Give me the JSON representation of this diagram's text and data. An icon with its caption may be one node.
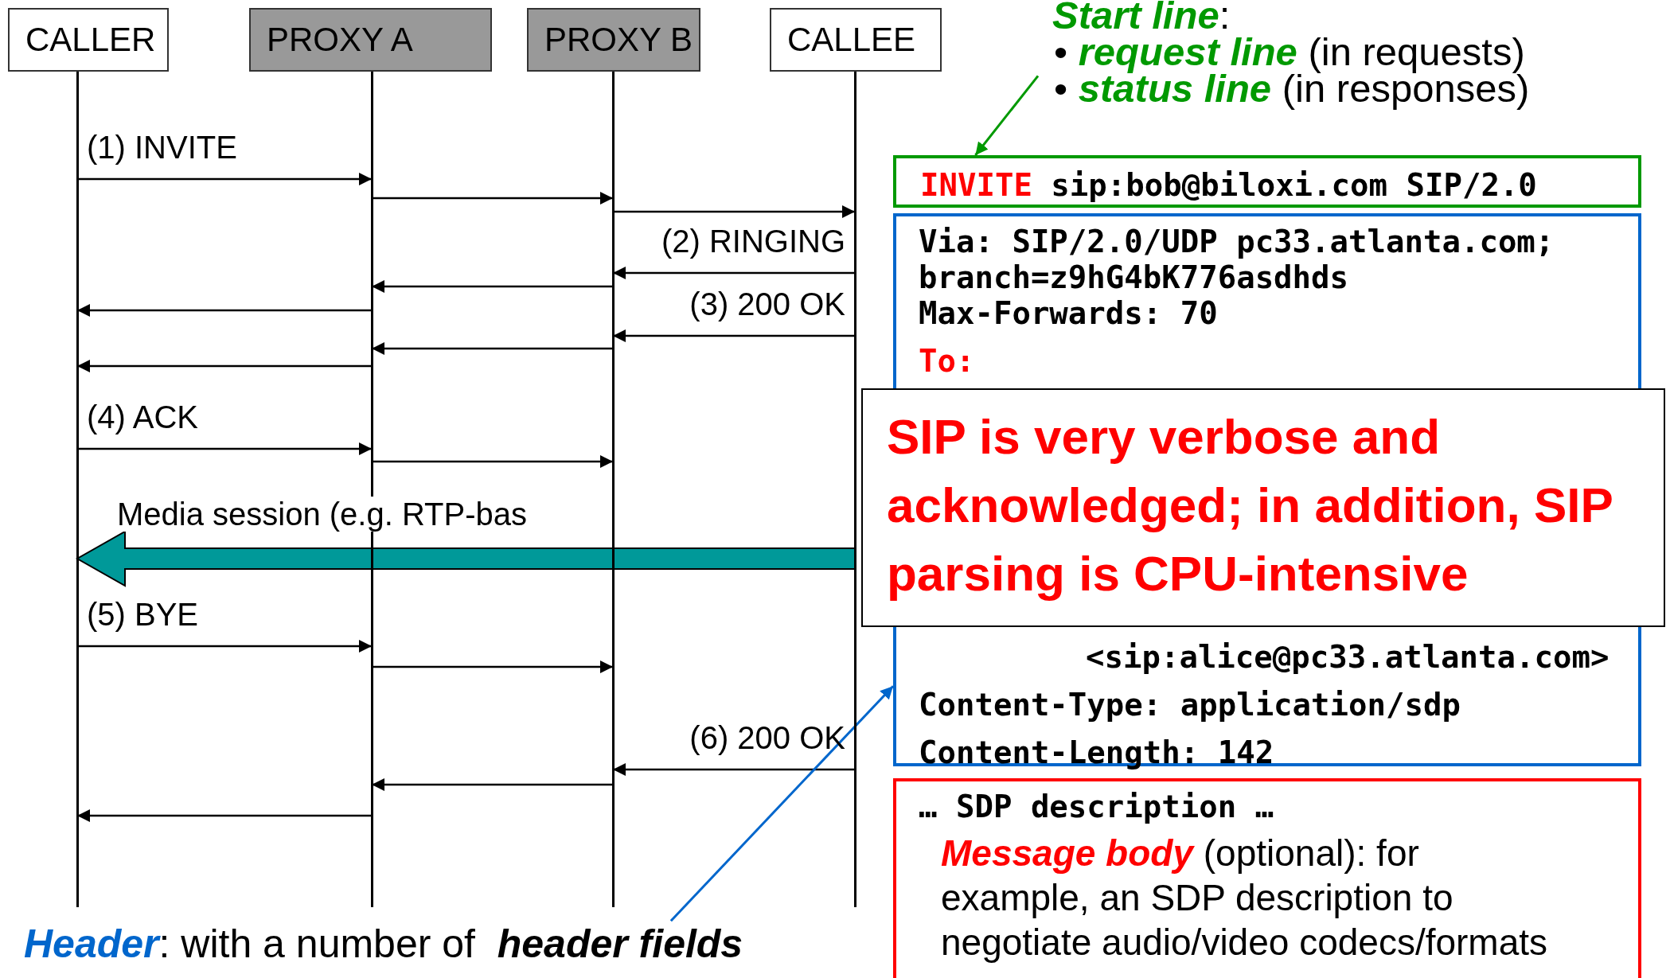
{
  "diagram": {
    "nodes": [
      {
        "text": [
          "CALLER"
        ]
      },
      {
        "text": [
          "PROXY A"
        ]
      },
      {
        "text": [
          "PROXY B"
        ]
      },
      {
        "text": [
          "CALLEE"
        ]
      },
      {
        "text": [
          "**Start line**:",
          "• **request line** (in requests)",
          "• **status line** (in responses)"
        ]
      },
      {
        "text": [
          "INVITE sip:bob@biloxi.com SIP/2.0"
        ]
      },
      {
        "text": [
          "Via: SIP/2.0/UDP pc33.atlanta.com; branch=z9hG4bK776asdhds",
          "Max-Forwards: 70",
          "To:",
          "<sip:alice@pc33.atlanta.com>",
          "Content-Type: application/sdp",
          "Content-Length: 142"
        ]
      },
      {
        "text": [
          "… SDP description …",
          "**Message body** (optional): for example, an SDP description to negotiate audio/video codecs/formats"
        ]
      },
      {
        "text": [
          "**Header**: with a number of  **header fields**"
        ]
      },
      {
        "text": [
          "SIP is very verbose and acknowledged; in addition, SIP parsing is CPU-intensive"
        ]
      }
    ],
    "edges": [
      {
        "from": 0,
        "to": 1,
        "arrow": "to",
        "label": "(1) INVITE"
      },
      {
        "from": 1,
        "to": 2,
        "arrow": "to"
      },
      {
        "from": 2,
        "to": 3,
        "arrow": "to"
      },
      {
        "from": 3,
        "to": 2,
        "arrow": "to",
        "label": "(2) RINGING"
      },
      {
        "from": 2,
        "to": 1,
        "arrow": "to"
      },
      {
        "from": 1,
        "to": 0,
        "arrow": "to"
      },
      {
        "from": 3,
        "to": 2,
        "arrow": "to",
        "label": "(3) 200 OK"
      },
      {
        "from": 2,
        "to": 1,
        "arrow": "to"
      },
      {
        "from": 1,
        "to": 0,
        "arrow": "to"
      },
      {
        "from": 0,
        "to": 1,
        "arrow": "to",
        "label": "(4) ACK"
      },
      {
        "from": 1,
        "to": 2,
        "arrow": "to"
      },
      {
        "from": 3,
        "to": 0,
        "arrow": "to",
        "label": "Media session (e.g. RTP-bas",
        "style": "thick",
        "color": "#009999"
      },
      {
        "from": 0,
        "to": 1,
        "arrow": "to",
        "label": "(5) BYE"
      },
      {
        "from": 1,
        "to": 2,
        "arrow": "to"
      },
      {
        "from": 3,
        "to": 2,
        "arrow": "to",
        "label": "(6) 200 OK"
      },
      {
        "from": 2,
        "to": 1,
        "arrow": "to"
      },
      {
        "from": 1,
        "to": 0,
        "arrow": "to"
      },
      {
        "from": 4,
        "to": 5,
        "arrow": "to",
        "color": "#009900"
      },
      {
        "from": 8,
        "to": 6,
        "arrow": "to",
        "color": "#0066cc"
      }
    ]
  }
}
